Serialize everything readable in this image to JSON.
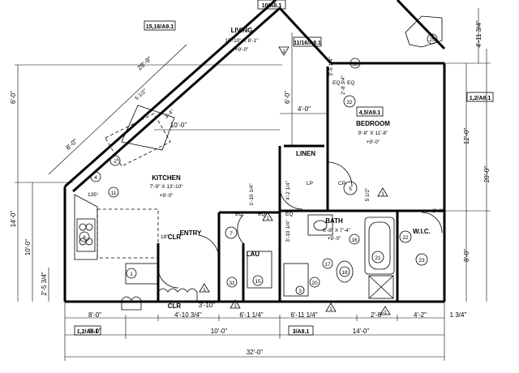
{
  "rooms": {
    "living": {
      "name": "LIVING",
      "size": "15'-10\" X 8'-1\"",
      "ceiling": "+9'-0\""
    },
    "kitchen": {
      "name": "KITCHEN",
      "size": "7'-9\" X 13'-10\"",
      "ceiling": "+9'-0\""
    },
    "bedroom": {
      "name": "BEDROOM",
      "size": "9'-8\" X 11'-8\"",
      "ceiling": "+9'-0\""
    },
    "bath": {
      "name": "BATH",
      "size": "6'-8\" X 7'-4\"",
      "ceiling": "+9'-0\""
    },
    "entry": {
      "name": "ENTRY"
    },
    "linen": {
      "name": "LINEN"
    },
    "wic": {
      "name": "W.I.C."
    },
    "lau": {
      "name": "LAU"
    },
    "clr_a": {
      "name": "CLR"
    },
    "clr_b": {
      "name": "CLR"
    }
  },
  "section_tags": {
    "t1": "10/A8.1",
    "t2": "15,16/A9.1",
    "t3": "11/16/A8.1",
    "t4": "4,5/A9.1",
    "t5": "1,2/A8.1",
    "t6": "1,2/A8.1",
    "t7": "3/A8.1"
  },
  "dimensions": {
    "overall": "32'-0\"",
    "bottom_8a": "8'-0\"",
    "bottom_10a": "10'-0\"",
    "bottom_14": "14'-0\"",
    "bottom_8b": "8'-0\"",
    "bottom_4_10": "4'-10 3/4\"",
    "bottom_3_10": "3'-10\"",
    "bottom_6_1a": "6'-1 1/4\"",
    "bottom_6_11": "6'-11 1/4\"",
    "bottom_2_8": "2'-8\"",
    "bottom_4_2": "4'-2\"",
    "bottom_1_3": "1 3/4\"",
    "left_14": "14'-0\"",
    "left_10": "10'-0\"",
    "left_2_5": "2'-5 3/4\"",
    "left_6": "6'-0\"",
    "right_20": "20'-0\"",
    "right_12": "12'-0\"",
    "right_8": "8'-0\"",
    "right_4_11": "4'-11 3/4\"",
    "mid_10": "10'-0\"",
    "mid_4": "4'-0\"",
    "mid_6": "6'-0\"",
    "mid_3_5": "3'-5 1/4\"",
    "mid_2_8": "2'-8 3/4\"",
    "mid_3_10": "3'-10 1/4\"",
    "mid_4_2": "4'-2 1/4\"",
    "mid_1_10": "1'-10 1/4\"",
    "mid_5": "5 1/2\"",
    "mid_3_4": "3'-4\"",
    "diag_28": "28'-9\"",
    "diag_8": "8'-0\"",
    "diag_5": "5 1/2\"",
    "diag_3_4": "3'-4\""
  },
  "labels": {
    "eq1": "EQ",
    "eq2": "EQ",
    "eq3": "EQ",
    "eq4": "EQ",
    "eq5": "EQ",
    "cp": "CP",
    "lp": "LP",
    "clr_dim": "18\"",
    "dim_135": "135°"
  },
  "keynotes": [
    "1",
    "2",
    "3",
    "4",
    "5",
    "6",
    "7",
    "11",
    "15",
    "16",
    "17",
    "18",
    "20",
    "21",
    "22",
    "23",
    "25",
    "31",
    "32",
    "33"
  ],
  "warnings": [
    "1",
    "1",
    "1",
    "1",
    "1",
    "1",
    "1"
  ]
}
